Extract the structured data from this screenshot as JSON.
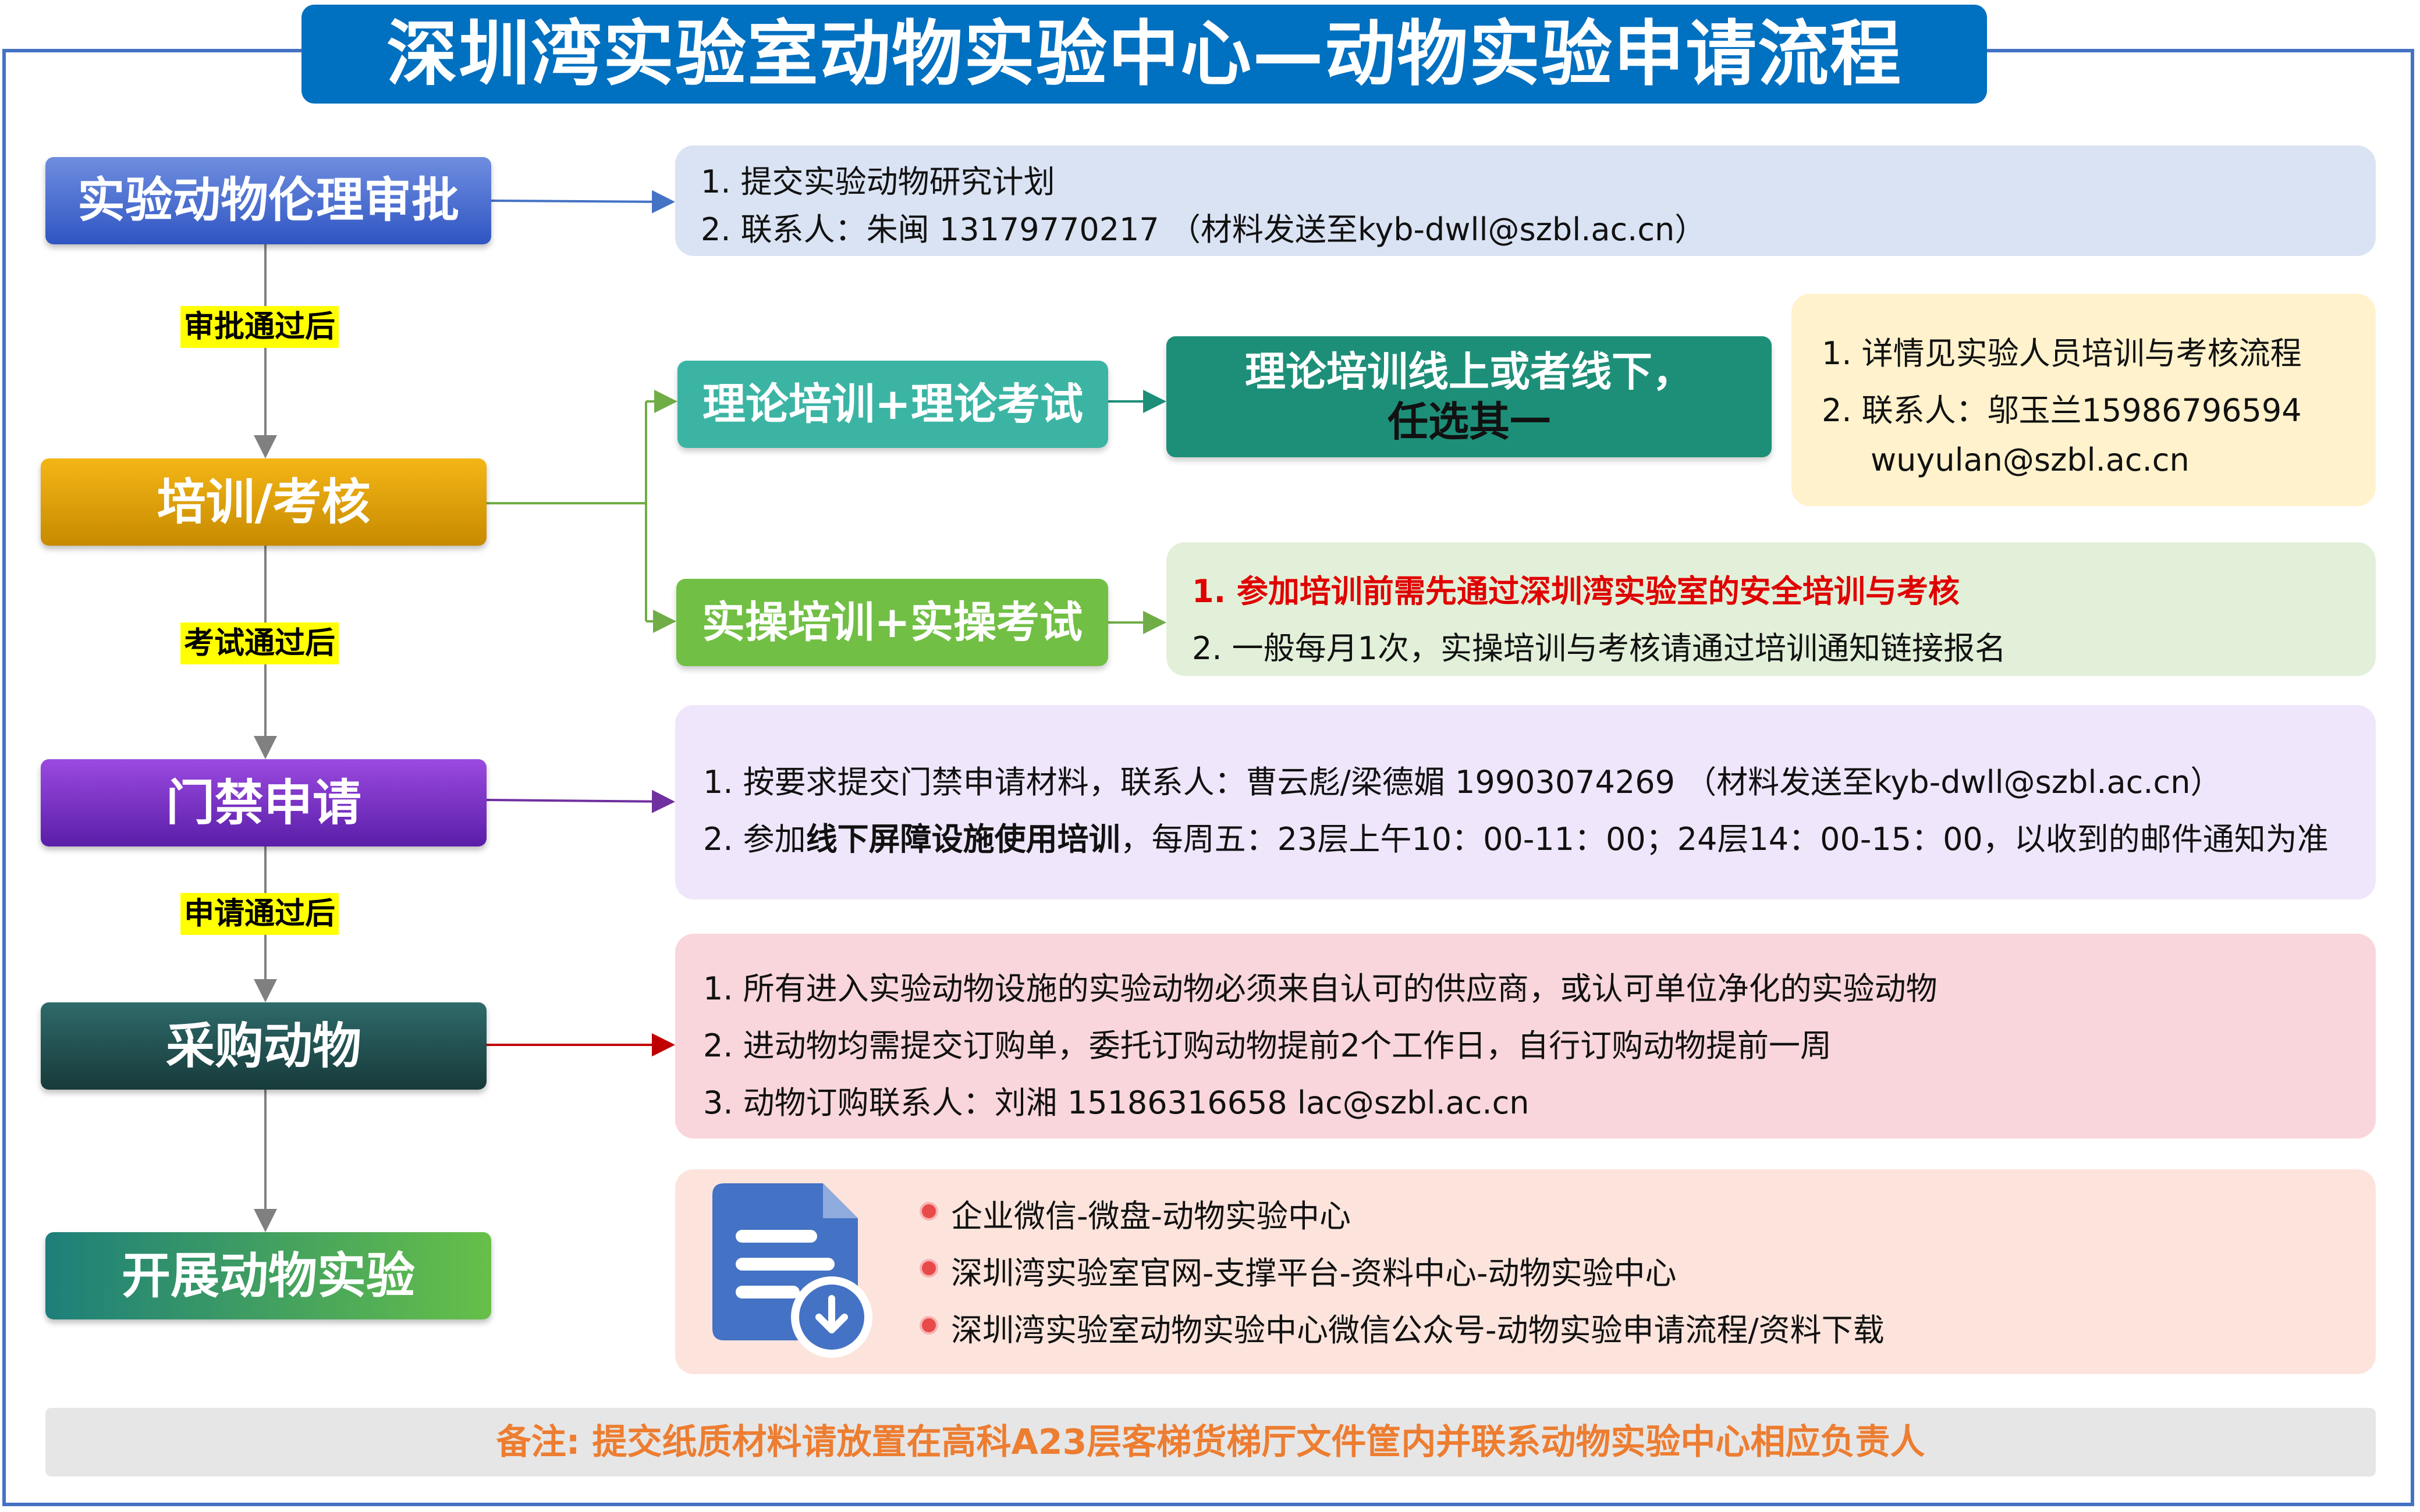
{
  "title": "深圳湾实验室动物实验中心—动物实验申请流程",
  "steps": [
    {
      "label": "实验动物伦理审批"
    },
    {
      "label": "培训/考核"
    },
    {
      "label": "门禁申请"
    },
    {
      "label": "采购动物"
    },
    {
      "label": "开展动物实验"
    }
  ],
  "conditions": [
    "审批通过后",
    "考试通过后",
    "申请通过后"
  ],
  "ethics": {
    "items": [
      "1.  提交实验动物研究计划",
      "2.  联系人：朱闽 13179770217 （材料发送至kyb-dwll@szbl.ac.cn）"
    ]
  },
  "training": {
    "theory_label": "理论培训+理论考试",
    "theory_mode_line1": "理论培训线上或者线下，",
    "theory_mode_line2": "任选其一",
    "theory_info": [
      "1.  详情见实验人员培训与考核流程",
      "2.  联系人：邬玉兰15986796594",
      "wuyulan@szbl.ac.cn"
    ],
    "practice_label": "实操培训+实操考试",
    "practice_info_1": "1.  参加培训前需先通过深圳湾实验室的安全培训与考核",
    "practice_info_2": "2.  一般每月1次，实操培训与考核请通过培训通知链接报名"
  },
  "access": {
    "item1": "1.  按要求提交门禁申请材料，联系人：曹云彪/梁德媚 19903074269 （材料发送至kyb-dwll@szbl.ac.cn）",
    "item2_prefix": "2.  参加",
    "item2_bold": "线下屏障设施使用培训",
    "item2_suffix": "，每周五：23层上午10：00-11：00；24层14：00-15：00，以收到的邮件通知为准"
  },
  "purchase": {
    "items": [
      "1.  所有进入实验动物设施的实验动物必须来自认可的供应商，或认可单位净化的实验动物",
      "2.  进动物均需提交订购单，委托订购动物提前2个工作日，自行订购动物提前一周",
      "3.  动物订购联系人：刘湘 15186316658  lac@szbl.ac.cn"
    ]
  },
  "resources": {
    "icon": "document-download-icon",
    "items": [
      "企业微信-微盘-动物实验中心",
      "深圳湾实验室官网-支撑平台-资料中心-动物实验中心",
      "深圳湾实验室动物实验中心微信公众号-动物实验申请流程/资料下载"
    ]
  },
  "note": "备注: 提交纸质材料请放置在高科A23层客梯货梯厅文件筐内并联系动物实验中心相应负责人",
  "colors": {
    "frame": "#4472c4",
    "title_bg": "#0070c0",
    "note_text": "#ed7d31",
    "warning_text": "#e00000"
  }
}
